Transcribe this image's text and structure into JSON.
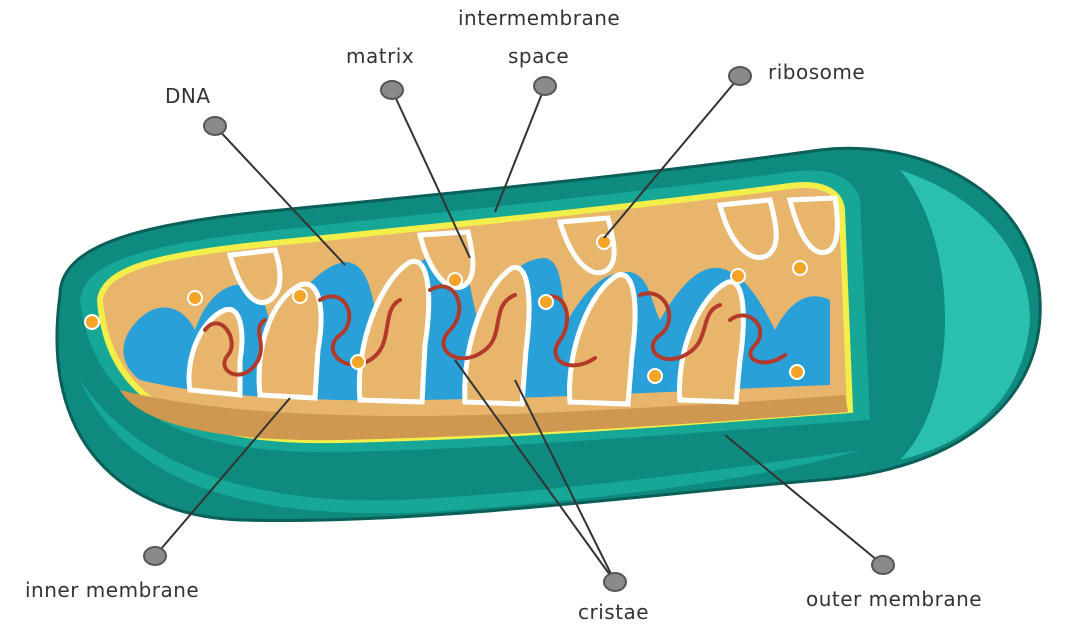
{
  "labels": {
    "intermembrane_line1": "intermembrane",
    "intermembrane_line2": "space",
    "matrix": "matrix",
    "dna": "DNA",
    "ribosome": "ribosome",
    "inner_membrane": "inner membrane",
    "cristae": "cristae",
    "outer_membrane": "outer membrane"
  },
  "colors": {
    "outer_dark": "#0e8a7f",
    "outer_mid": "#17a796",
    "outer_light": "#2bbfae",
    "yellow_membrane": "#f2ee4a",
    "tan_wall": "#e8b56c",
    "tan_shadow": "#cf9850",
    "matrix_blue": "#2aa0d8",
    "dna_red": "#b23a2a",
    "ribosome_orange": "#f4a528",
    "callout_dot": "#8a8a8a",
    "line": "#333333"
  }
}
